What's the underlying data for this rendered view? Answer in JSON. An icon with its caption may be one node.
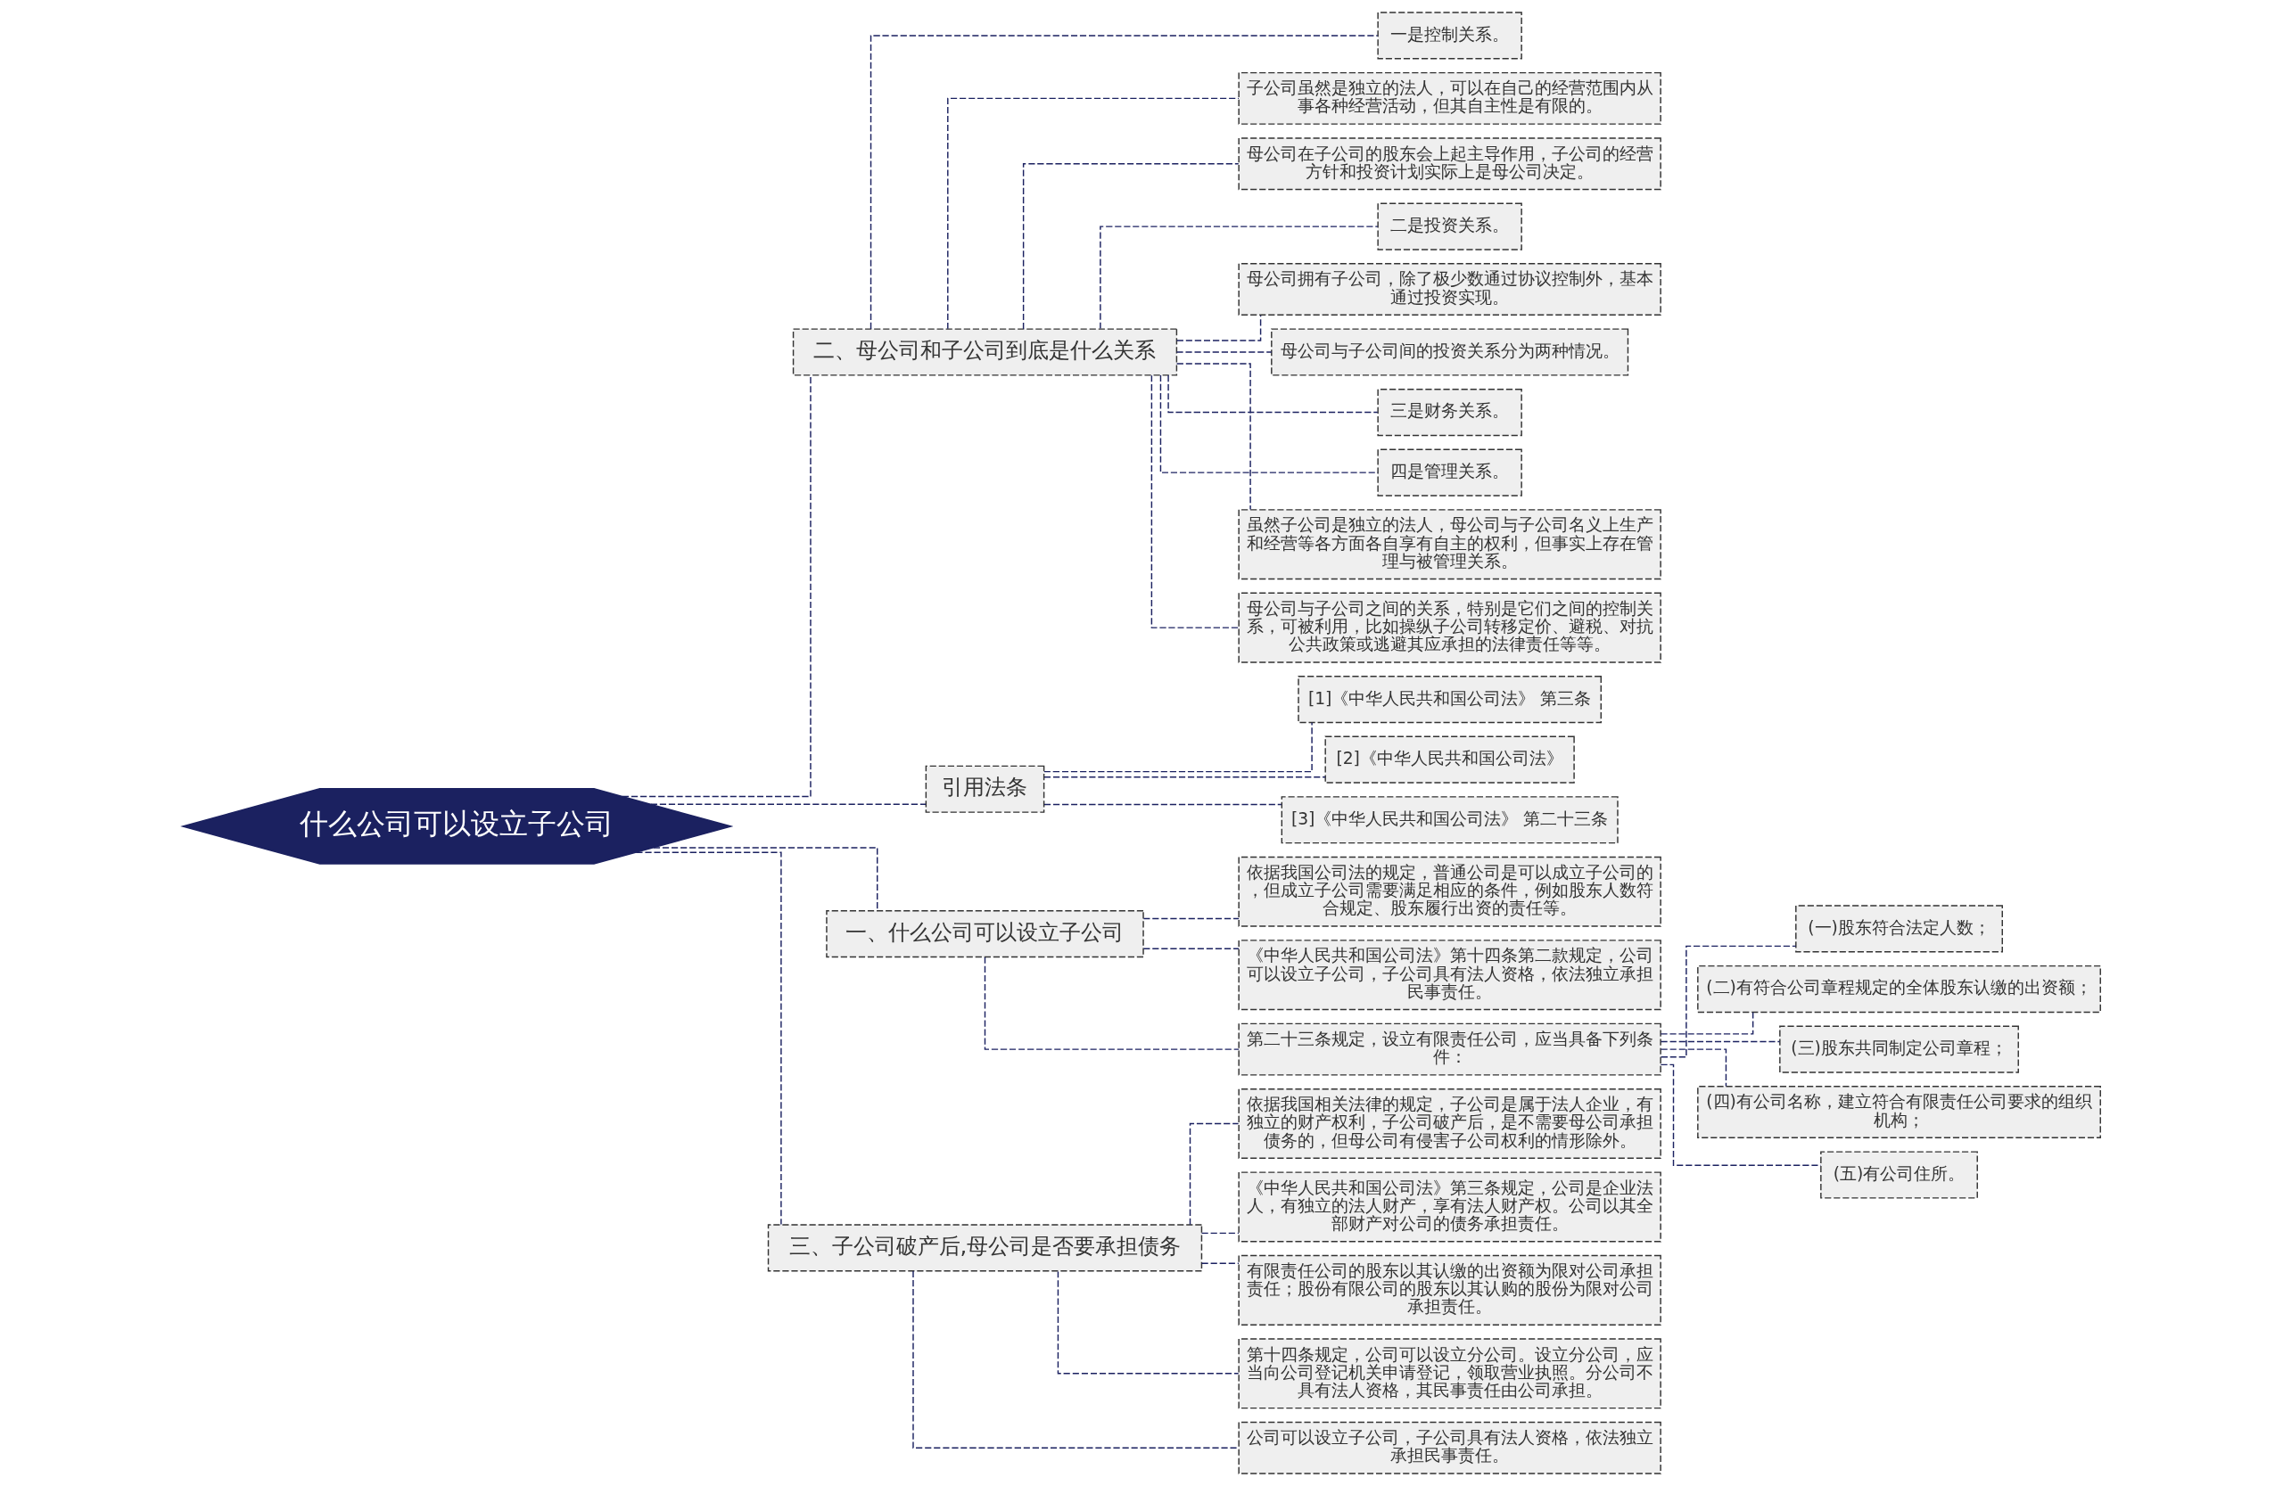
{
  "diagram": {
    "nodes": [
      {
        "text": [
          "什么公司可以设立子公司"
        ]
      },
      {
        "text": [
          "二、母公司和子公司到底是什么关系"
        ]
      },
      {
        "text": [
          "一是控制关系。"
        ]
      },
      {
        "text": [
          "子公司虽然是独立的法人，可以在自己的经营范围内从事各种经营活动，但其自主性是有限的。"
        ]
      },
      {
        "text": [
          "母公司在子公司的股东会上起主导作用，子公司的经营方针和投资计划实际上是母公司决定。"
        ]
      },
      {
        "text": [
          "二是投资关系。"
        ]
      },
      {
        "text": [
          "母公司拥有子公司，除了极少数通过协议控制外，基本通过投资实现。"
        ]
      },
      {
        "text": [
          "母公司与子公司间的投资关系分为两种情况。"
        ]
      },
      {
        "text": [
          "三是财务关系。"
        ]
      },
      {
        "text": [
          "四是管理关系。"
        ]
      },
      {
        "text": [
          "虽然子公司是独立的法人，母公司与子公司名义上生产和经营等各方面各自享有自主的权利，但事实上存在管理与被管理关系。"
        ]
      },
      {
        "text": [
          "母公司与子公司之间的关系，特别是它们之间的控制关系，可被利用，比如操纵子公司转移定价、避税、对抗公共政策或逃避其应承担的法律责任等等。"
        ]
      },
      {
        "text": [
          "引用法条"
        ]
      },
      {
        "text": [
          "[1]《中华人民共和国公司法》 第三条"
        ]
      },
      {
        "text": [
          "[2]《中华人民共和国公司法》"
        ]
      },
      {
        "text": [
          "[3]《中华人民共和国公司法》 第二十三条"
        ]
      },
      {
        "text": [
          "一、什么公司可以设立子公司"
        ]
      },
      {
        "text": [
          "依据我国公司法的规定，普通公司是可以成立子公司的，但成立子公司需要满足相应的条件，例如股东人数符合规定、股东履行出资的责任等。"
        ]
      },
      {
        "text": [
          "《中华人民共和国公司法》第十四条第二款规定，公司可以设立子公司，子公司具有法人资格，依法独立承担民事责任。"
        ]
      },
      {
        "text": [
          "第二十三条规定，设立有限责任公司，应当具备下列条件："
        ]
      },
      {
        "text": [
          "(一)股东符合法定人数；"
        ]
      },
      {
        "text": [
          "(二)有符合公司章程规定的全体股东认缴的出资额；"
        ]
      },
      {
        "text": [
          "(三)股东共同制定公司章程；"
        ]
      },
      {
        "text": [
          "(四)有公司名称，建立符合有限责任公司要求的组织机构；"
        ]
      },
      {
        "text": [
          "(五)有公司住所。"
        ]
      },
      {
        "text": [
          "三、子公司破产后,母公司是否要承担债务"
        ]
      },
      {
        "text": [
          "依据我国相关法律的规定，子公司是属于法人企业，有独立的财产权利，子公司破产后，是不需要母公司承担债务的，但母公司有侵害子公司权利的情形除外。"
        ]
      },
      {
        "text": [
          "《中华人民共和国公司法》第三条规定，公司是企业法人，有独立的法人财产，享有法人财产权。公司以其全部财产对公司的债务承担责任。"
        ]
      },
      {
        "text": [
          "有限责任公司的股东以其认缴的出资额为限对公司承担责任；股份有限公司的股东以其认购的股份为限对公司承担责任。"
        ]
      },
      {
        "text": [
          "第十四条规定，公司可以设立分公司。设立分公司，应当向公司登记机关申请登记，领取营业执照。分公司不具有法人资格，其民事责任由公司承担。"
        ]
      },
      {
        "text": [
          "公司可以设立子公司，子公司具有法人资格，依法独立承担民事责任。"
        ]
      }
    ],
    "edges": [
      {
        "from": 0,
        "to": 1,
        "arrow": "none",
        "style": "dashed"
      },
      {
        "from": 1,
        "to": 2,
        "arrow": "none",
        "style": "dashed"
      },
      {
        "from": 1,
        "to": 3,
        "arrow": "none",
        "style": "dashed"
      },
      {
        "from": 1,
        "to": 4,
        "arrow": "none",
        "style": "dashed"
      },
      {
        "from": 1,
        "to": 5,
        "arrow": "none",
        "style": "dashed"
      },
      {
        "from": 1,
        "to": 6,
        "arrow": "none",
        "style": "dashed"
      },
      {
        "from": 1,
        "to": 7,
        "arrow": "none",
        "style": "dashed"
      },
      {
        "from": 1,
        "to": 8,
        "arrow": "none",
        "style": "dashed"
      },
      {
        "from": 1,
        "to": 9,
        "arrow": "none",
        "style": "dashed"
      },
      {
        "from": 1,
        "to": 10,
        "arrow": "none",
        "style": "dashed"
      },
      {
        "from": 1,
        "to": 11,
        "arrow": "none",
        "style": "dashed"
      },
      {
        "from": 0,
        "to": 12,
        "arrow": "none",
        "style": "dashed"
      },
      {
        "from": 12,
        "to": 13,
        "arrow": "none",
        "style": "dashed"
      },
      {
        "from": 12,
        "to": 14,
        "arrow": "none",
        "style": "dashed"
      },
      {
        "from": 12,
        "to": 15,
        "arrow": "none",
        "style": "dashed"
      },
      {
        "from": 0,
        "to": 16,
        "arrow": "none",
        "style": "dashed"
      },
      {
        "from": 16,
        "to": 17,
        "arrow": "none",
        "style": "dashed"
      },
      {
        "from": 16,
        "to": 18,
        "arrow": "none",
        "style": "dashed"
      },
      {
        "from": 16,
        "to": 19,
        "arrow": "none",
        "style": "dashed"
      },
      {
        "from": 19,
        "to": 20,
        "arrow": "none",
        "style": "dashed"
      },
      {
        "from": 19,
        "to": 21,
        "arrow": "none",
        "style": "dashed"
      },
      {
        "from": 19,
        "to": 22,
        "arrow": "none",
        "style": "dashed"
      },
      {
        "from": 19,
        "to": 23,
        "arrow": "none",
        "style": "dashed"
      },
      {
        "from": 19,
        "to": 24,
        "arrow": "none",
        "style": "dashed"
      },
      {
        "from": 0,
        "to": 25,
        "arrow": "none",
        "style": "dashed"
      },
      {
        "from": 25,
        "to": 26,
        "arrow": "none",
        "style": "dashed"
      },
      {
        "from": 25,
        "to": 27,
        "arrow": "none",
        "style": "dashed"
      },
      {
        "from": 25,
        "to": 28,
        "arrow": "none",
        "style": "dashed"
      },
      {
        "from": 25,
        "to": 29,
        "arrow": "none",
        "style": "dashed"
      },
      {
        "from": 25,
        "to": 30,
        "arrow": "none",
        "style": "dashed"
      }
    ]
  }
}
